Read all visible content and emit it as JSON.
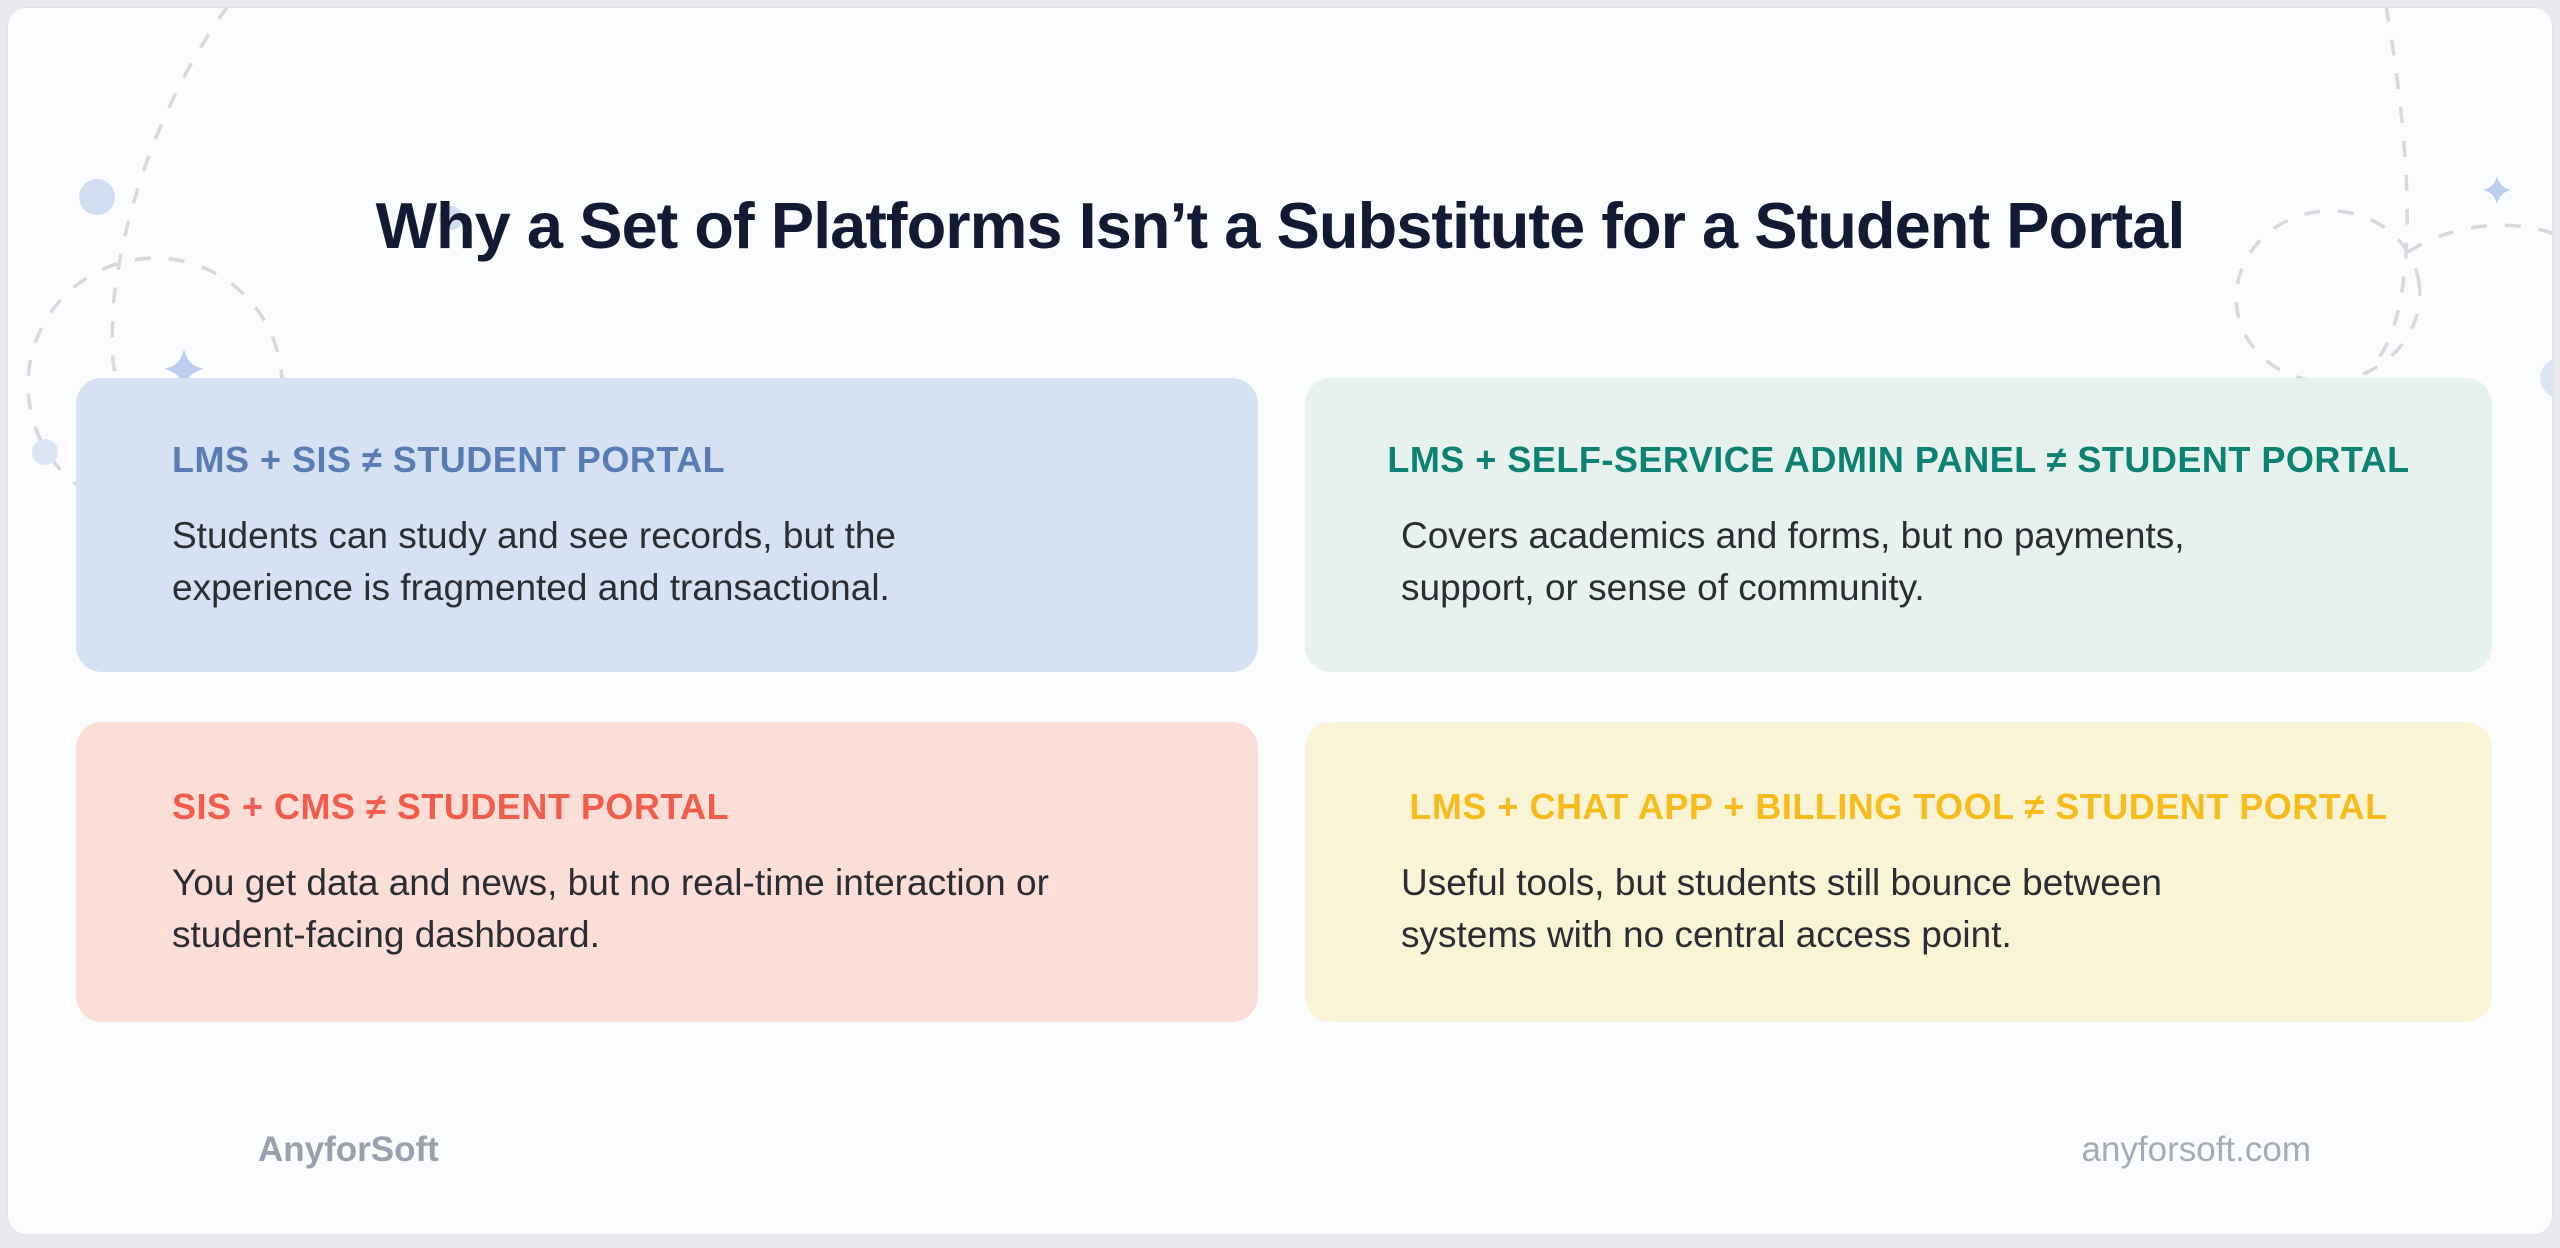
{
  "title": "Why a Set of Platforms Isn’t a Substitute for a Student Portal",
  "cards": [
    {
      "id": "lms-sis",
      "heading": "LMS + SIS ≠ STUDENT PORTAL",
      "body_lines": [
        "Students can study and see records, but the",
        "experience is fragmented and transactional."
      ],
      "bg": "#d6e2f3",
      "heading_color": "#5a7cb4"
    },
    {
      "id": "lms-self-service-admin-panel",
      "heading": "LMS + SELF-SERVICE ADMIN PANEL ≠ STUDENT PORTAL",
      "body_lines": [
        "Covers academics and forms, but no payments,",
        "support, or sense of community."
      ],
      "bg": "#e7f1ed",
      "heading_color": "#0c8273"
    },
    {
      "id": "sis-cms",
      "heading": "SIS + CMS ≠ STUDENT PORTAL",
      "body_lines": [
        "You get data and news, but no real-time interaction or",
        "student-facing dashboard."
      ],
      "bg": "#fcded8",
      "heading_color": "#f25c4a"
    },
    {
      "id": "lms-chat-app-billing-tool",
      "heading": "LMS + CHAT APP + BILLING TOOL ≠ STUDENT PORTAL",
      "body_lines": [
        "Useful tools, but students still bounce between",
        "systems with no central access point."
      ],
      "bg": "#faf4d6",
      "heading_color": "#f7bb1b"
    }
  ],
  "footer": {
    "brand": "AnyforSoft",
    "website": "anyforsoft.com"
  },
  "colors": {
    "canvas-bg": "#fbfcfd",
    "title-color": "#131a33",
    "body-color": "#2b2d33",
    "dash-color": "#d7d9dd",
    "dot-color": "#d3ddf2",
    "dot-light-color": "#dde4f4",
    "sparkle-color": "#bccdee",
    "footer-brand-color": "#9aa0af",
    "footer-site-color": "#a6abb9"
  }
}
